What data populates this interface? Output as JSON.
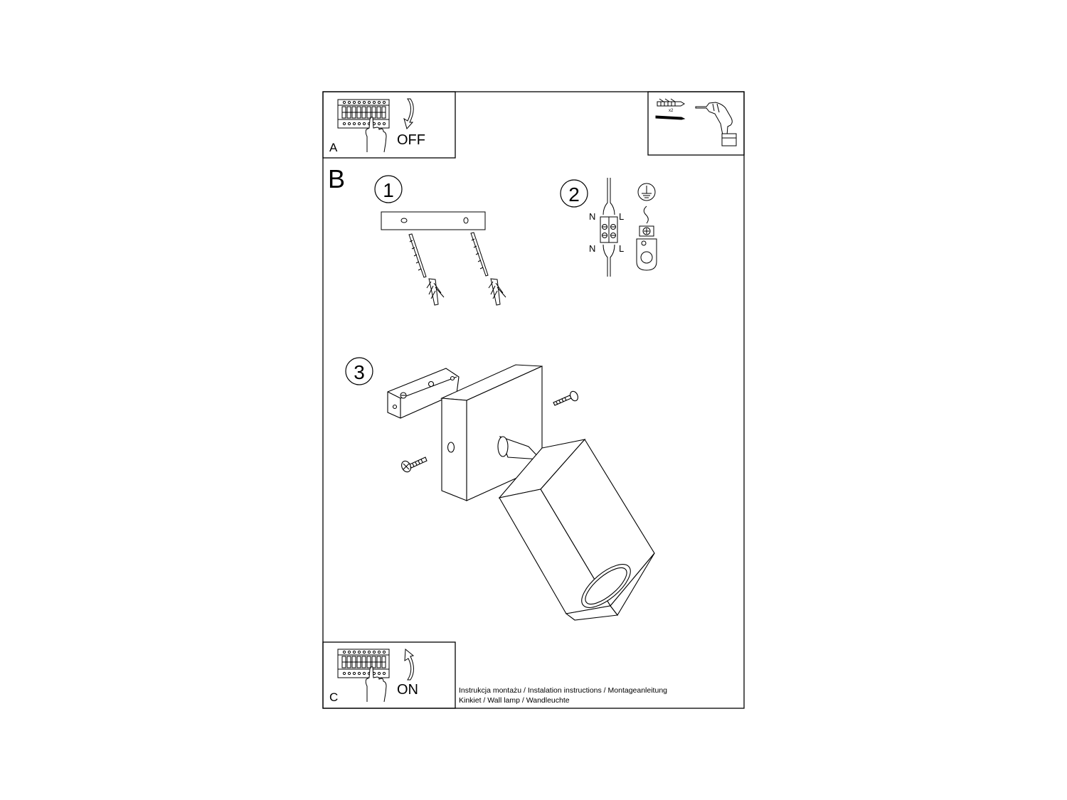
{
  "panel_a": {
    "letter": "A",
    "switch_state": "OFF",
    "icon": "circuit-breaker-icon"
  },
  "tools": {
    "plug_qty": "x2",
    "icons": [
      "wall-plug-icon",
      "screw-icon",
      "drill-icon"
    ]
  },
  "panel_b": {
    "letter": "B"
  },
  "steps": {
    "step1": {
      "number": "1"
    },
    "step2": {
      "number": "2",
      "wire_n_top": "N",
      "wire_l_top": "L",
      "wire_n_bottom": "N",
      "wire_l_bottom": "L",
      "icon": "ground-symbol-icon"
    },
    "step3": {
      "number": "3"
    }
  },
  "panel_c": {
    "letter": "C",
    "switch_state": "ON"
  },
  "footer": {
    "line1": "Instrukcja montażu / Instalation instructions / Montageanleitung",
    "line2": "Kinkiet  / Wall lamp / Wandleuchte"
  },
  "colors": {
    "ink": "#000000",
    "paper": "#ffffff"
  }
}
